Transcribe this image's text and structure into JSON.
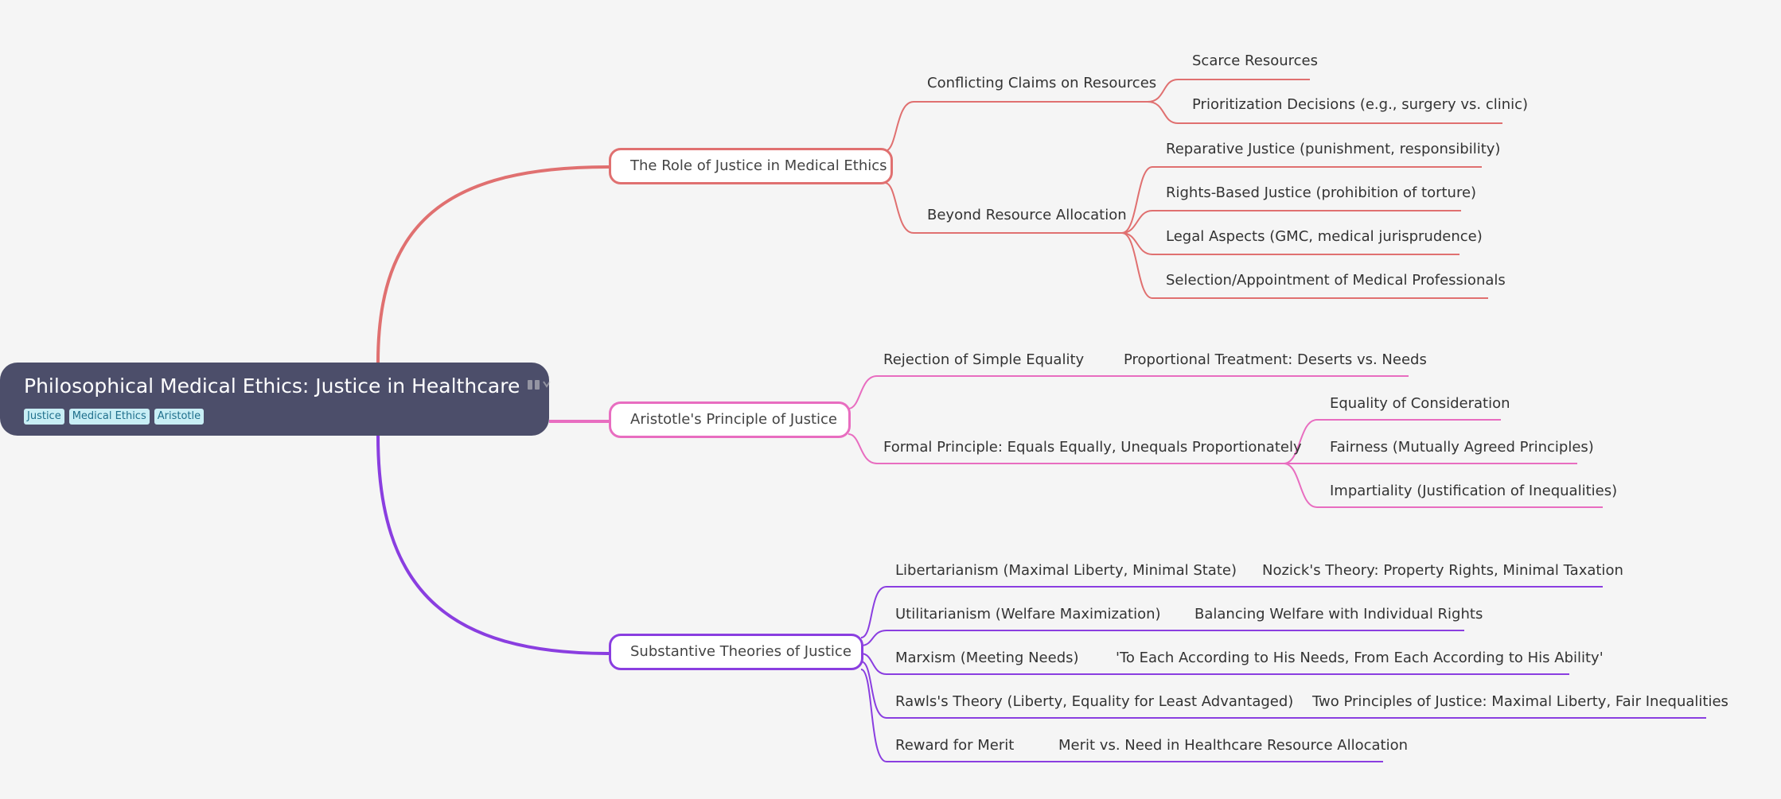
{
  "root": {
    "title": "Philosophical Medical Ethics: Justice in Healthcare",
    "tags": [
      "Justice",
      "Medical Ethics",
      "Aristotle"
    ]
  },
  "colors": {
    "root_bg": "#4c4e6a",
    "branch_role": "#e07070",
    "branch_aristotle": "#e86dc0",
    "branch_substantive": "#8a3ee0",
    "background": "#f5f5f5"
  },
  "branches": [
    {
      "label": "The Role of Justice in Medical Ethics",
      "children": [
        {
          "label": "Conflicting Claims on Resources",
          "children": [
            "Scarce Resources",
            "Prioritization Decisions (e.g., surgery vs. clinic)"
          ]
        },
        {
          "label": "Beyond Resource Allocation",
          "children": [
            "Reparative Justice (punishment, responsibility)",
            "Rights-Based Justice (prohibition of torture)",
            "Legal Aspects (GMC, medical jurisprudence)",
            "Selection/Appointment of Medical Professionals"
          ]
        }
      ]
    },
    {
      "label": "Aristotle's Principle of Justice",
      "children": [
        {
          "label": "Rejection of Simple Equality",
          "children": [
            "Proportional Treatment: Deserts vs. Needs"
          ]
        },
        {
          "label": "Formal Principle: Equals Equally, Unequals Proportionately",
          "children": [
            "Equality of Consideration",
            "Fairness (Mutually Agreed Principles)",
            "Impartiality (Justification of Inequalities)"
          ]
        }
      ]
    },
    {
      "label": "Substantive Theories of Justice",
      "children": [
        {
          "label": "Libertarianism (Maximal Liberty, Minimal State)",
          "children": [
            "Nozick's Theory: Property Rights, Minimal Taxation"
          ]
        },
        {
          "label": "Utilitarianism (Welfare Maximization)",
          "children": [
            "Balancing Welfare with Individual Rights"
          ]
        },
        {
          "label": "Marxism (Meeting Needs)",
          "children": [
            "'To Each According to His Needs, From Each According to His Ability'"
          ]
        },
        {
          "label": "Rawls's Theory (Liberty, Equality for Least Advantaged)",
          "children": [
            "Two Principles of Justice: Maximal Liberty, Fair Inequalities"
          ]
        },
        {
          "label": "Reward for Merit",
          "children": [
            "Merit vs. Need in Healthcare Resource Allocation"
          ]
        }
      ]
    }
  ]
}
